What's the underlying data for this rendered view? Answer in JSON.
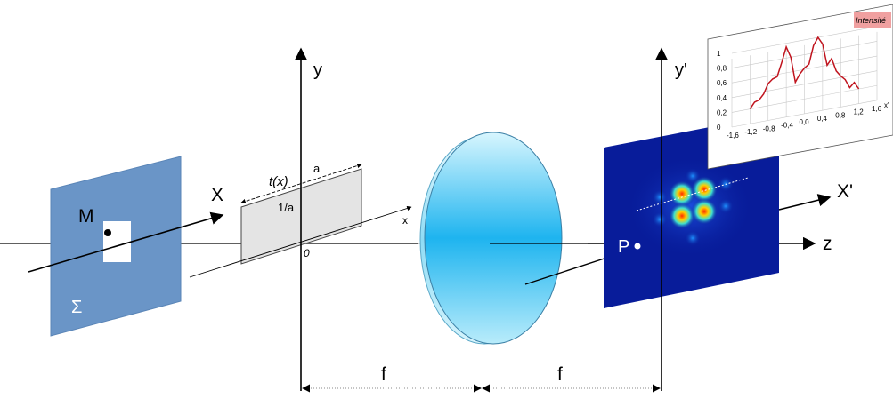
{
  "labels": {
    "screen_point_M": "M",
    "screen_name": "Σ",
    "axis_X": "X",
    "axis_y": "y",
    "origin": "0",
    "transmission": "t(x)",
    "width_a": "a",
    "height": "1/a",
    "axis_x_small": "x",
    "axis_y_prime": "y'",
    "axis_X_prime": "X'",
    "axis_z": "z",
    "point_P": "P",
    "focal_1": "f",
    "focal_2": "f"
  },
  "inset": {
    "title": "Intensité",
    "x_axis_label": "x'",
    "title_bg_color": "#f0a0a0",
    "curve_color": "#c0141e",
    "chart_data": {
      "type": "line",
      "title": "Intensité",
      "xlabel": "x'",
      "ylabel": "",
      "xlim": [
        -1.6,
        1.6
      ],
      "ylim": [
        0,
        1
      ],
      "grid": true,
      "x_ticks": [
        "-1,6",
        "-1,2",
        "-0,8",
        "-0,4",
        "0,0",
        "0,4",
        "0,8",
        "1,2",
        "1,6"
      ],
      "y_ticks": [
        "0",
        "0,2",
        "0,4",
        "0,6",
        "0,8",
        "1"
      ],
      "series": [
        {
          "x": [
            -1.2,
            -1.1,
            -1.0,
            -0.9,
            -0.8,
            -0.7,
            -0.6,
            -0.5,
            -0.4,
            -0.3,
            -0.2,
            -0.1,
            0.0,
            0.1,
            0.2,
            0.3,
            0.4,
            0.5,
            0.6,
            0.7,
            0.8,
            0.9,
            1.0,
            1.1,
            1.2
          ],
          "y": [
            0.2,
            0.28,
            0.3,
            0.37,
            0.5,
            0.55,
            0.57,
            0.75,
            0.95,
            0.8,
            0.45,
            0.55,
            0.62,
            0.66,
            0.9,
            1.0,
            0.9,
            0.6,
            0.68,
            0.5,
            0.42,
            0.36,
            0.24,
            0.3,
            0.2
          ]
        }
      ]
    }
  },
  "colors": {
    "screen_fill": "#6a95c7",
    "lens_light": "#bdeefc",
    "lens_mid": "#22b8f0",
    "lens_dark": "#7fdaf5",
    "pattern_bg": "#081c9a",
    "axis": "#000000"
  }
}
